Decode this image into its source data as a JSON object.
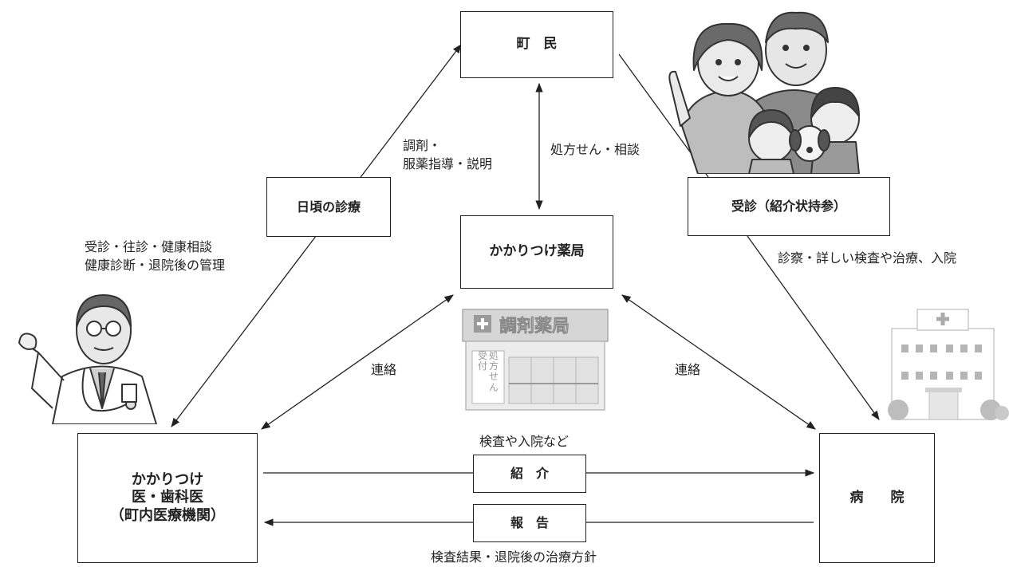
{
  "nodes": {
    "resident": "町　民",
    "pharmacy": "かかりつけ薬局",
    "doctor": "かかりつけ\n医・歯科医\n（町内医療機関）",
    "hospital": "病　　院",
    "daily_care": "日頃の診療",
    "consult": "受診（紹介状持参）",
    "referral": "紹　介",
    "report": "報　告"
  },
  "labels": {
    "dispense": "調剤・\n服薬指導・説明",
    "prescription": "処方せん・相談",
    "visit": "受診・往診・健康相談\n健康診断・退院後の管理",
    "examination": "診察・詳しい検査や治療、入院",
    "contact_left": "連絡",
    "contact_right": "連絡",
    "referral_note": "検査や入院など",
    "report_note": "検査結果・退院後の治療方針"
  },
  "signage": {
    "pharmacy_sign": "調剤薬局",
    "counter_left": "受\n付",
    "counter_right": "処\n方\nせ\nん"
  },
  "illustrations": [
    "family-illustration",
    "doctor-illustration",
    "pharmacy-building-illustration",
    "hospital-building-illustration"
  ]
}
